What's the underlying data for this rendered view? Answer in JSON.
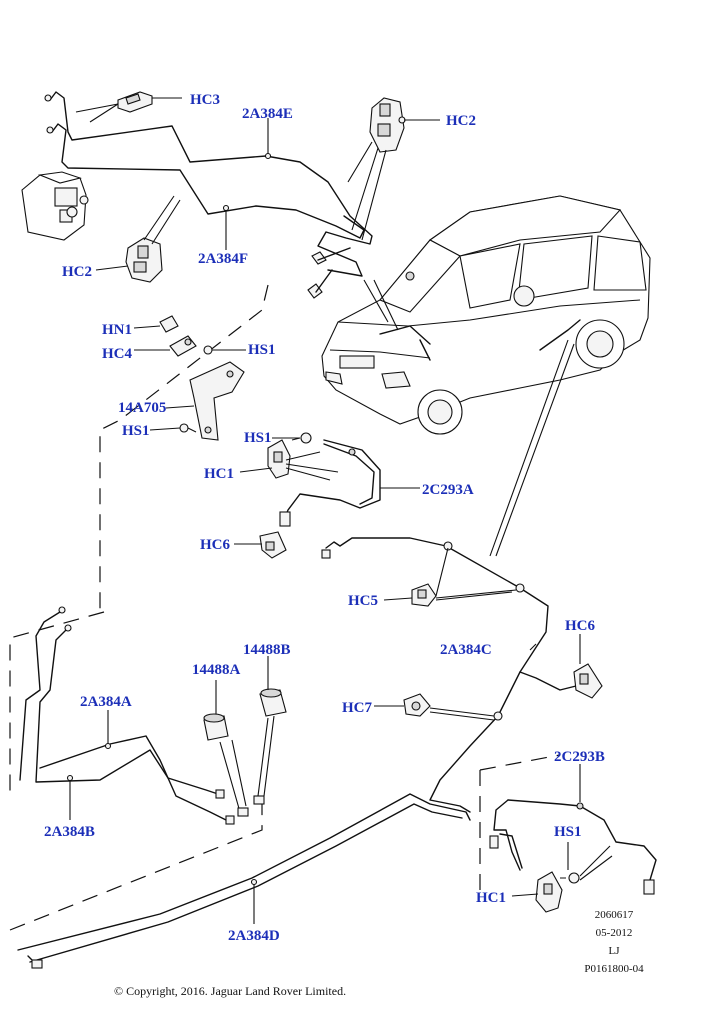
{
  "labels": {
    "hc3": "HC3",
    "a2a384e": "2A384E",
    "hc2_top": "HC2",
    "hc2_left": "HC2",
    "a2a384f": "2A384F",
    "hn1": "HN1",
    "hc4": "HC4",
    "hs1_a": "HS1",
    "a14a705": "14A705",
    "hs1_b": "HS1",
    "hs1_c": "HS1",
    "hc1_mid": "HC1",
    "a2c293a": "2C293A",
    "hc6_mid": "HC6",
    "hc5": "HC5",
    "hc6_right": "HC6",
    "a2a384c": "2A384C",
    "a14488b": "14488B",
    "a14488a": "14488A",
    "a2a384a": "2A384A",
    "hc7": "HC7",
    "a2c293b": "2C293B",
    "hs1_d": "HS1",
    "hc1_bottom": "HC1",
    "a2a384b": "2A384B",
    "a2a384d": "2A384D"
  },
  "meta": {
    "code": "2060617",
    "date": "05-2012",
    "initials": "LJ",
    "ref": "P0161800-04"
  },
  "copyright": "© Copyright, 2016. Jaguar Land Rover Limited.",
  "colors": {
    "callout": "#1c2fb8",
    "line": "#111111",
    "background": "#ffffff"
  }
}
